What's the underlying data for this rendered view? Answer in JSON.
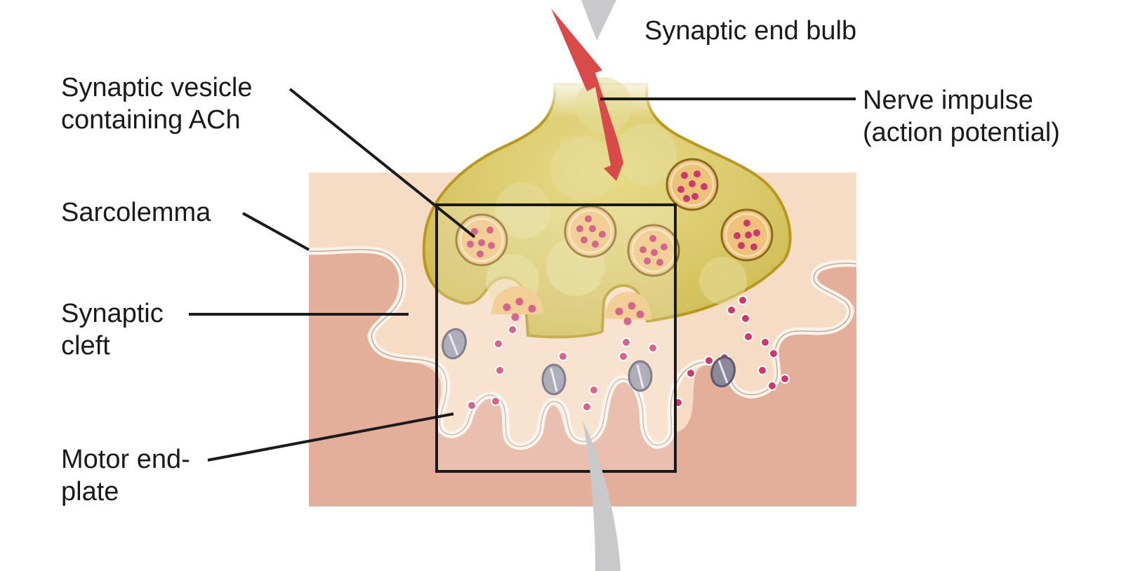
{
  "labels": {
    "synaptic_end_bulb": "Synaptic end bulb",
    "synaptic_vesicle_line1": "Synaptic vesicle",
    "synaptic_vesicle_line2": "containing ACh",
    "nerve_impulse_line1": "Nerve impulse",
    "nerve_impulse_line2": "(action potential)",
    "sarcolemma": "Sarcolemma",
    "synaptic_cleft_line1": "Synaptic",
    "synaptic_cleft_line2": "cleft",
    "motor_end_plate_line1": "Motor end-",
    "motor_end_plate_line2": "plate"
  },
  "colors": {
    "muscle_fiber": "#e3ae9a",
    "sarcolemma_fill": "#f7dcc5",
    "end_bulb": "#d2c05a",
    "end_bulb_outline": "#b8981f",
    "vesicle": "#eec27a",
    "acetylcholine": "#c83a6b",
    "nerve_impulse": "#d94a4a",
    "receptor": "#9a98a8"
  }
}
